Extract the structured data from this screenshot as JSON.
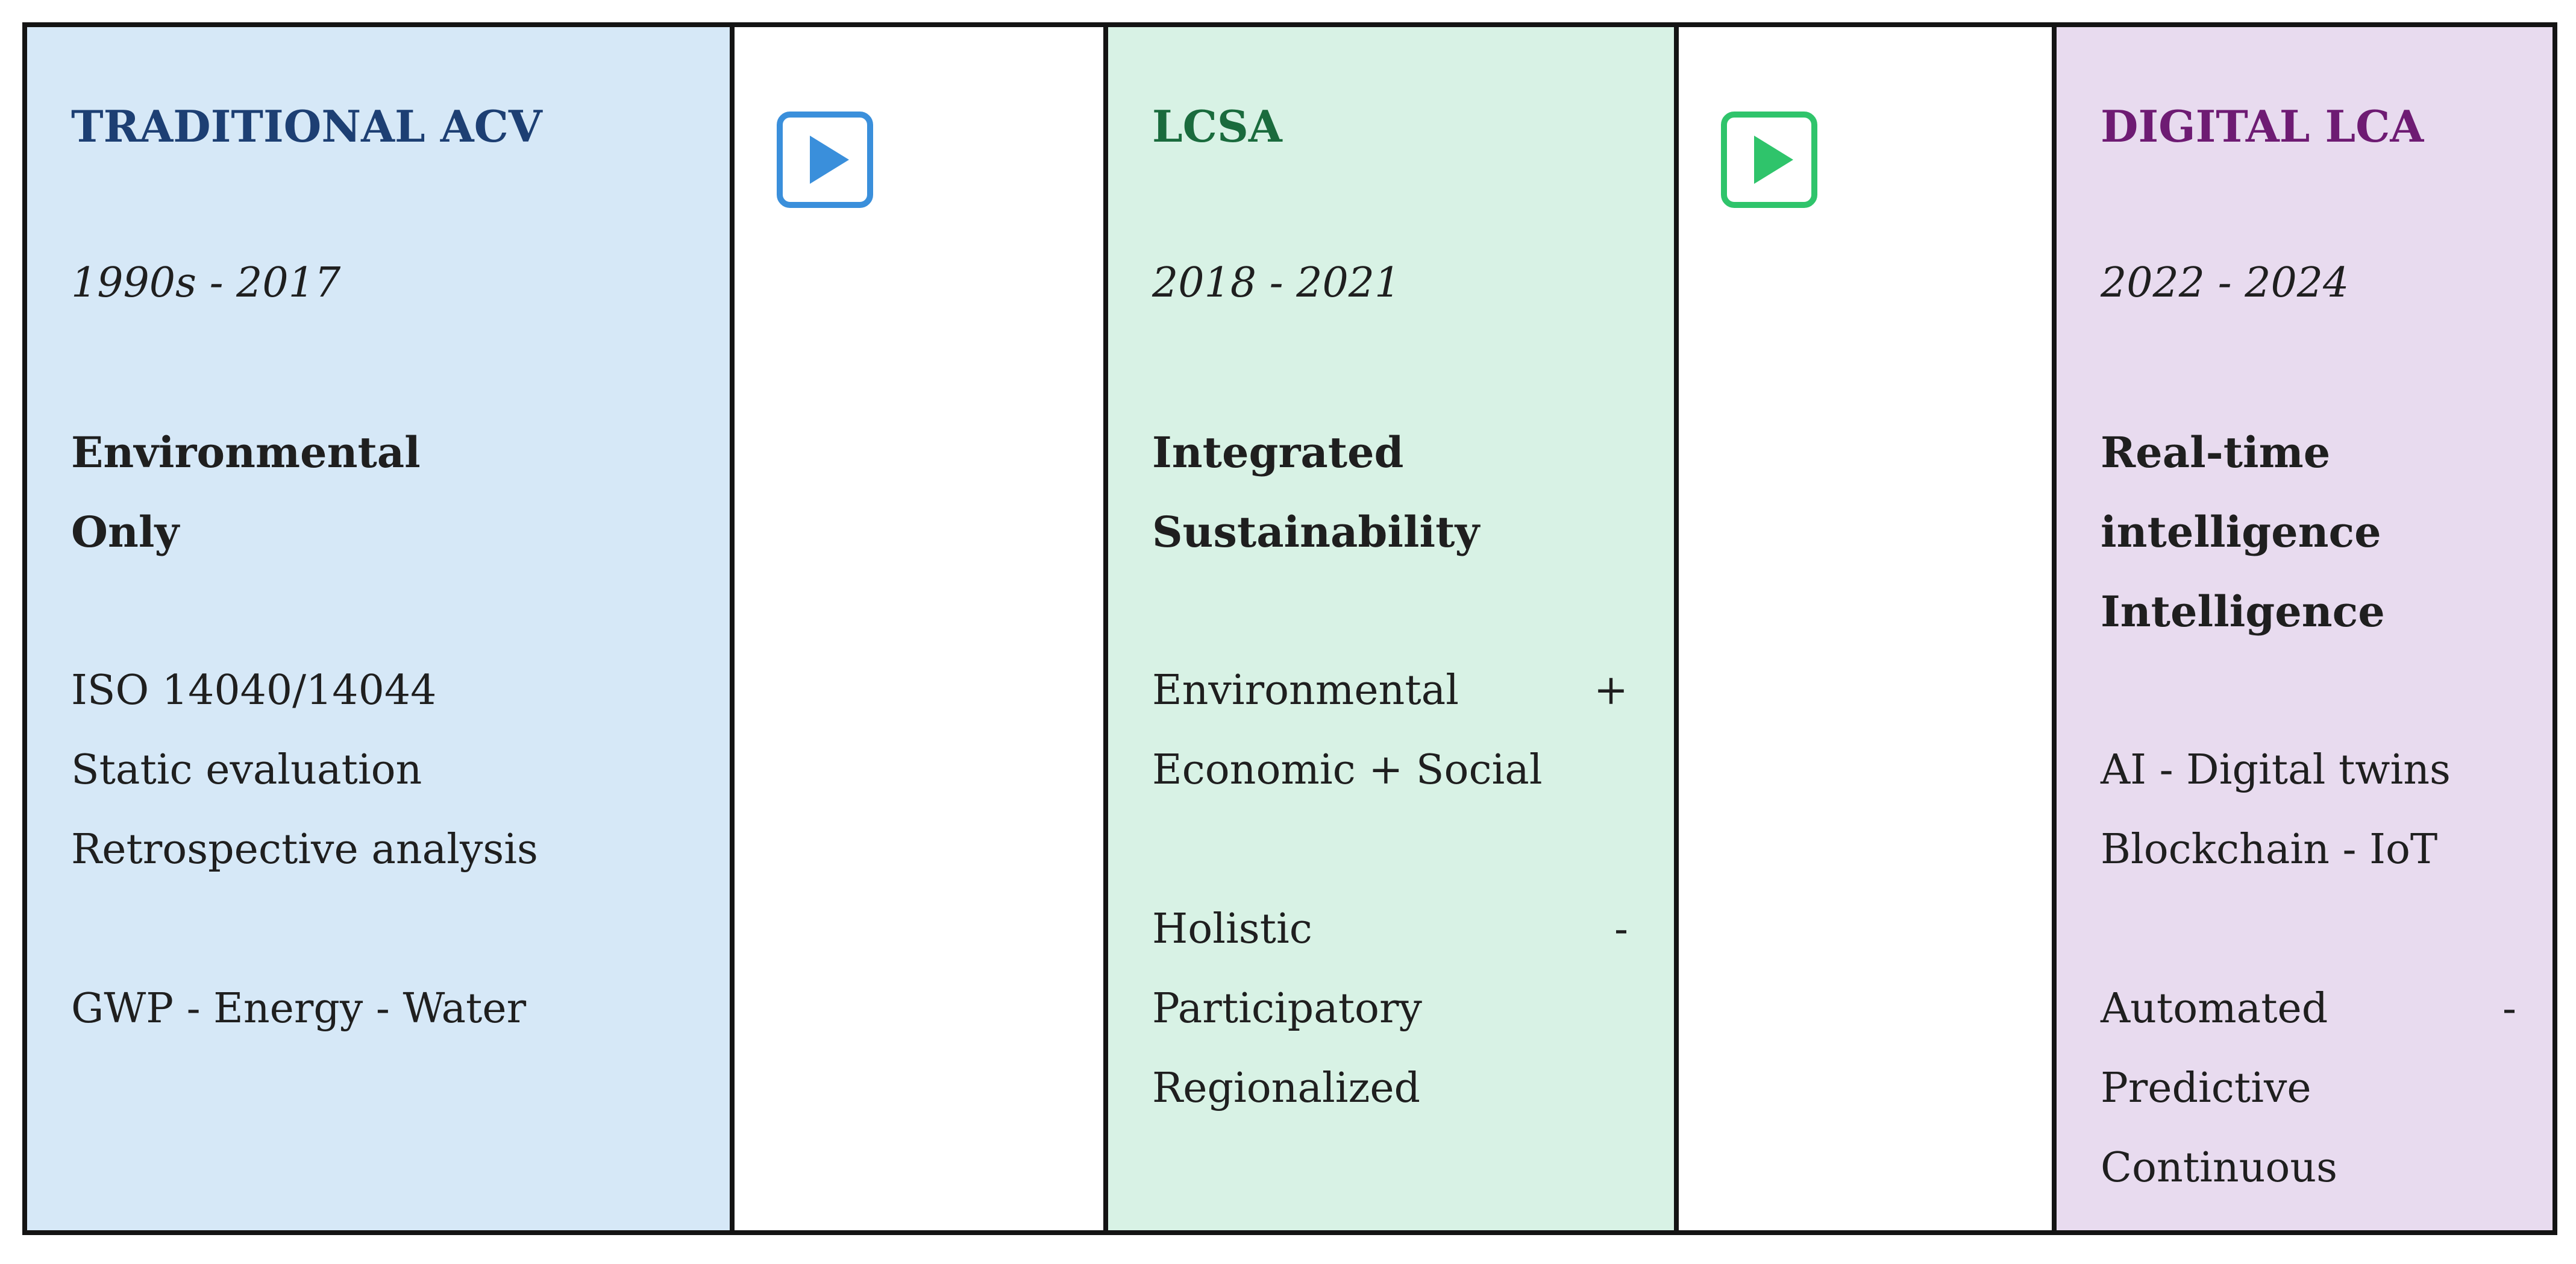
{
  "colors": {
    "blue_panel": "#d6e8f7",
    "green_panel": "#d8f2e5",
    "purple_panel": "#e8dbef",
    "blue_title": "#1d3f73",
    "green_title": "#1a6b3d",
    "purple_title": "#6e1b73",
    "blue_arrow": "#3a8fdb",
    "green_arrow": "#2fc46b"
  },
  "stages": [
    {
      "title": "TRADITIONAL ACV",
      "period": "1990s - 2017",
      "focus": [
        "Environmental",
        "Only"
      ],
      "features": [
        "ISO 14040/14044",
        "Static evaluation",
        "Retrospective analysis"
      ],
      "indicators": [
        "GWP - Energy - Water"
      ]
    },
    {
      "title": "LCSA",
      "period": "2018 - 2021",
      "focus": [
        "Integrated",
        "Sustainability"
      ],
      "features": [
        "Environmental",
        "+",
        "Economic + Social"
      ],
      "indicators": [
        "Holistic",
        "-",
        "Participatory",
        "Regionalized"
      ]
    },
    {
      "title": "DIGITAL LCA",
      "period": "2022 - 2024",
      "focus": [
        "Real-time",
        "intelligence",
        "Intelligence"
      ],
      "features": [
        "AI - Digital twins",
        "Blockchain - IoT"
      ],
      "indicators": [
        "Automated",
        "-",
        "Predictive",
        "Continuous"
      ]
    }
  ],
  "arrows": [
    {
      "icon": "play-arrow-icon",
      "color": "#3a8fdb"
    },
    {
      "icon": "play-arrow-icon",
      "color": "#2fc46b"
    }
  ]
}
